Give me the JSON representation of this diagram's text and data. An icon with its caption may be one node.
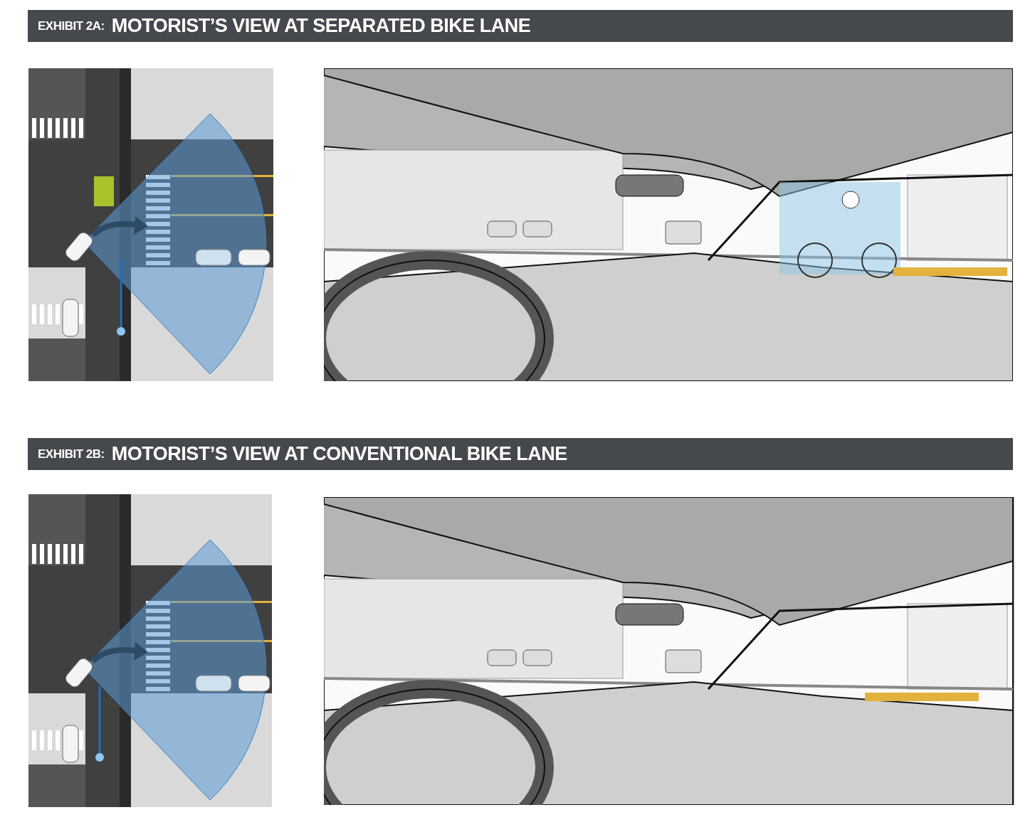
{
  "diagram": {
    "labels": [
      "EXHIBIT 2A:",
      "MOTORIST’S VIEW AT SEPARATED BIKE LANE",
      "EXHIBIT 2B:",
      "MOTORIST’S VIEW AT CONVENTIONAL BIKE LANE"
    ]
  }
}
